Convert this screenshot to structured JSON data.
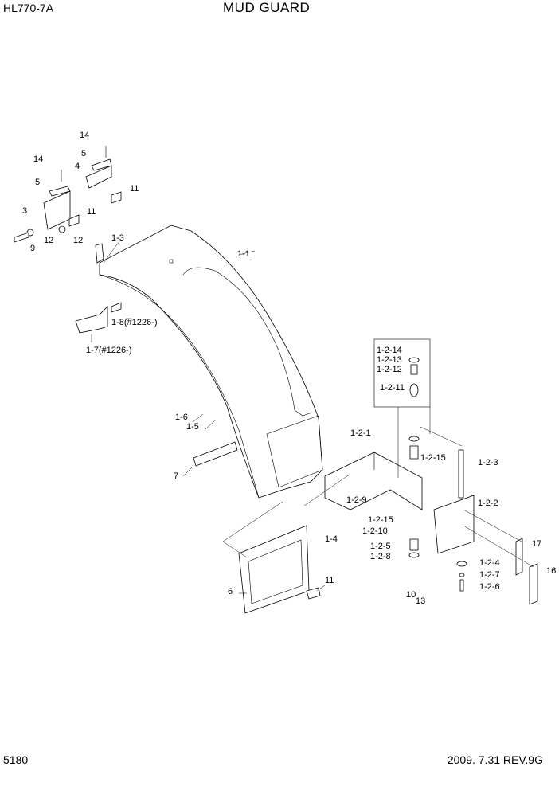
{
  "header": {
    "model": "HL770-7A",
    "title": "MUD GUARD"
  },
  "footer": {
    "page_number": "5180",
    "date_rev": "2009. 7.31  REV.9G"
  },
  "callouts": [
    "14",
    "5",
    "4",
    "11",
    "14",
    "5",
    "3",
    "11",
    "9",
    "12",
    "12",
    "1-3",
    "1-1",
    "1-8(#1226-)",
    "1-7(#1226-)",
    "1-6",
    "1-5",
    "7",
    "1-2-14",
    "1-2-13",
    "1-2-12",
    "1-2-11",
    "1-2-1",
    "1-2-15",
    "1-2-9",
    "1-2-15",
    "1-2-10",
    "1-4",
    "1-2-3",
    "1-2-2",
    "1-2-5",
    "1-2-8",
    "17",
    "1-2-4",
    "1-2-7",
    "1-2-6",
    "16",
    "6",
    "11",
    "10",
    "13"
  ]
}
